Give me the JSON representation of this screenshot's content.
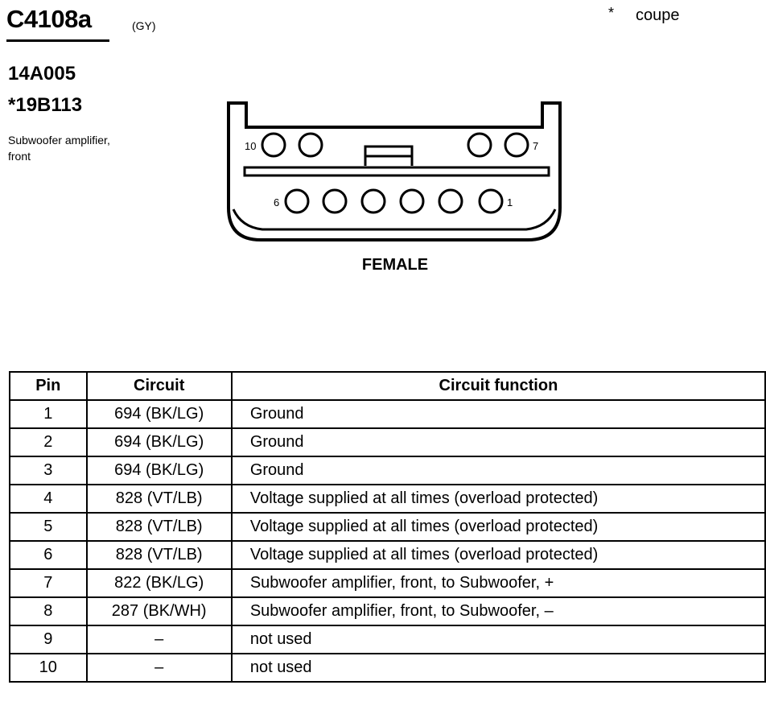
{
  "connector": {
    "id": "C4108a",
    "color_code": "(GY)",
    "part_numbers": [
      "14A005",
      "*19B113"
    ],
    "description_lines": [
      "Subwoofer amplifier,",
      "front"
    ],
    "gender": "FEMALE",
    "pin_labels": {
      "top_left": "10",
      "top_right": "7",
      "bottom_left": "6",
      "bottom_right": "1"
    }
  },
  "legend": {
    "symbol": "*",
    "text": "coupe"
  },
  "table": {
    "headers": [
      "Pin",
      "Circuit",
      "Circuit function"
    ],
    "rows": [
      {
        "pin": "1",
        "circuit": "694 (BK/LG)",
        "function": "Ground"
      },
      {
        "pin": "2",
        "circuit": "694 (BK/LG)",
        "function": "Ground"
      },
      {
        "pin": "3",
        "circuit": "694 (BK/LG)",
        "function": "Ground"
      },
      {
        "pin": "4",
        "circuit": "828 (VT/LB)",
        "function": "Voltage supplied at all times (overload protected)"
      },
      {
        "pin": "5",
        "circuit": "828 (VT/LB)",
        "function": "Voltage supplied at all times (overload protected)"
      },
      {
        "pin": "6",
        "circuit": "828 (VT/LB)",
        "function": "Voltage supplied at all times (overload protected)"
      },
      {
        "pin": "7",
        "circuit": "822 (BK/LG)",
        "function": "Subwoofer amplifier, front, to Subwoofer, +"
      },
      {
        "pin": "8",
        "circuit": "287 (BK/WH)",
        "function": "Subwoofer amplifier, front, to Subwoofer, –"
      },
      {
        "pin": "9",
        "circuit": "–",
        "function": "not used"
      },
      {
        "pin": "10",
        "circuit": "–",
        "function": "not used"
      }
    ]
  }
}
